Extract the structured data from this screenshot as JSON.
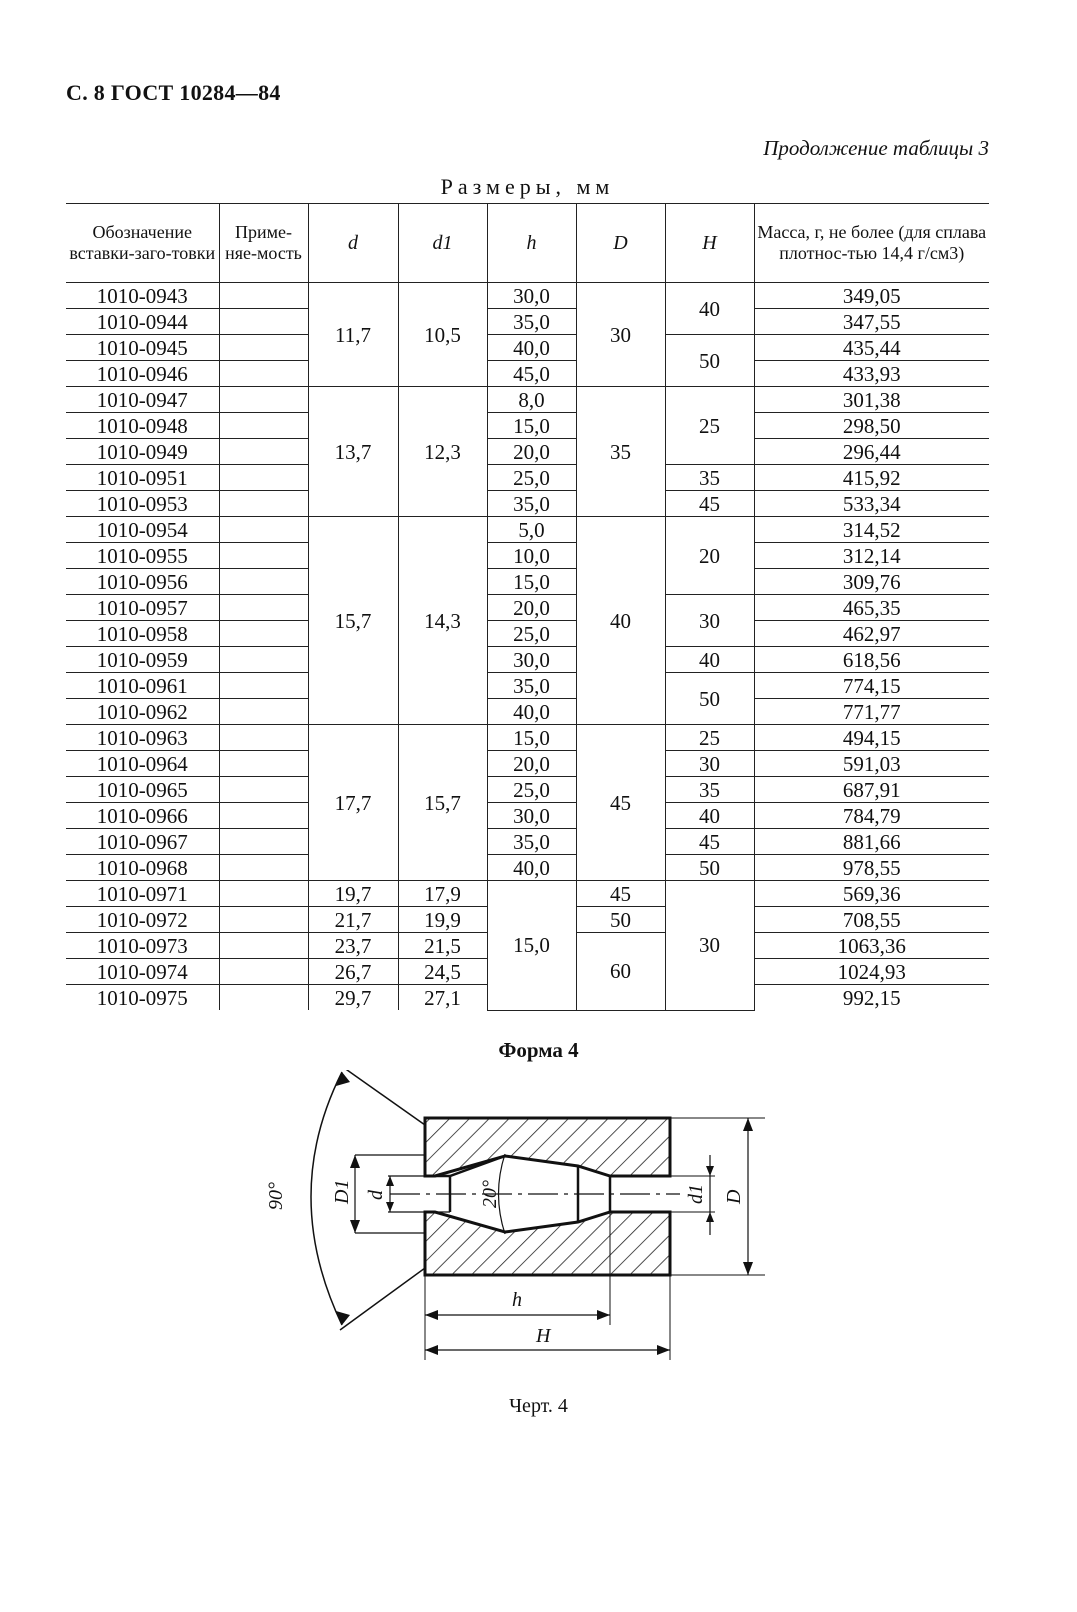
{
  "header": {
    "page_ref": "С. 8 ГОСТ 10284—84",
    "continuation": "Продолжение таблицы 3"
  },
  "table": {
    "units": "Размеры, мм",
    "headers": {
      "designation": "Обозначение вставки-заго-товки",
      "applicability": "Приме-няе-мость",
      "d": "d",
      "d1": "d1",
      "h": "h",
      "D": "D",
      "H": "H",
      "mass": "Масса, г, не более (для сплава плотнос-тью 14,4 г/см3)"
    },
    "groups": [
      {
        "d": "11,7",
        "d1": "10,5",
        "D": "30"
      },
      {
        "d": "13,7",
        "d1": "12,3",
        "D": "35"
      },
      {
        "d": "15,7",
        "d1": "14,3",
        "D": "40"
      },
      {
        "d": "17,7",
        "d1": "15,7",
        "D": "45"
      }
    ],
    "H_groups": [
      "40",
      "50",
      "25",
      "35",
      "45",
      "20",
      "30",
      "40",
      "50"
    ],
    "rows": [
      {
        "code": "1010-0943",
        "h": "30,0",
        "H": "40",
        "mass": "349,05"
      },
      {
        "code": "1010-0944",
        "h": "35,0",
        "mass": "347,55"
      },
      {
        "code": "1010-0945",
        "h": "40,0",
        "H": "50",
        "mass": "435,44"
      },
      {
        "code": "1010-0946",
        "h": "45,0",
        "mass": "433,93"
      },
      {
        "code": "1010-0947",
        "h": "8,0",
        "H": "25",
        "mass": "301,38"
      },
      {
        "code": "1010-0948",
        "h": "15,0",
        "mass": "298,50"
      },
      {
        "code": "1010-0949",
        "h": "20,0",
        "mass": "296,44"
      },
      {
        "code": "1010-0951",
        "h": "25,0",
        "H": "35",
        "mass": "415,92"
      },
      {
        "code": "1010-0953",
        "h": "35,0",
        "H": "45",
        "mass": "533,34"
      },
      {
        "code": "1010-0954",
        "h": "5,0",
        "H": "20",
        "mass": "314,52"
      },
      {
        "code": "1010-0955",
        "h": "10,0",
        "mass": "312,14"
      },
      {
        "code": "1010-0956",
        "h": "15,0",
        "mass": "309,76"
      },
      {
        "code": "1010-0957",
        "h": "20,0",
        "H": "30",
        "mass": "465,35"
      },
      {
        "code": "1010-0958",
        "h": "25,0",
        "mass": "462,97"
      },
      {
        "code": "1010-0959",
        "h": "30,0",
        "H": "40",
        "mass": "618,56"
      },
      {
        "code": "1010-0961",
        "h": "35,0",
        "H": "50",
        "mass": "774,15"
      },
      {
        "code": "1010-0962",
        "h": "40,0",
        "mass": "771,77"
      },
      {
        "code": "1010-0963",
        "h": "15,0",
        "H": "25",
        "mass": "494,15"
      },
      {
        "code": "1010-0964",
        "h": "20,0",
        "H": "30",
        "mass": "591,03"
      },
      {
        "code": "1010-0965",
        "h": "25,0",
        "H": "35",
        "mass": "687,91"
      },
      {
        "code": "1010-0966",
        "h": "30,0",
        "H": "40",
        "mass": "784,79"
      },
      {
        "code": "1010-0967",
        "h": "35,0",
        "H": "45",
        "mass": "881,66"
      },
      {
        "code": "1010-0968",
        "h": "40,0",
        "H": "50",
        "mass": "978,55"
      },
      {
        "code": "1010-0971",
        "d": "19,7",
        "d1": "17,9",
        "D": "45",
        "mass": "569,36"
      },
      {
        "code": "1010-0972",
        "d": "21,7",
        "d1": "19,9",
        "D": "50",
        "mass": "708,55"
      },
      {
        "code": "1010-0973",
        "d": "23,7",
        "d1": "21,5",
        "D": "60",
        "mass": "1063,36"
      },
      {
        "code": "1010-0974",
        "d": "26,7",
        "d1": "24,5",
        "mass": "1024,93"
      },
      {
        "code": "1010-0975",
        "d": "29,7",
        "d1": "27,1",
        "mass": "992,15"
      }
    ],
    "tail": {
      "h": "15,0",
      "H": "30"
    }
  },
  "figure": {
    "title": "Форма 4",
    "caption": "Черт. 4",
    "labels": {
      "angle90": "90°",
      "D1": "D1",
      "d": "d",
      "angle20": "20°",
      "d1": "d1",
      "D": "D",
      "h": "h",
      "H": "H"
    }
  }
}
